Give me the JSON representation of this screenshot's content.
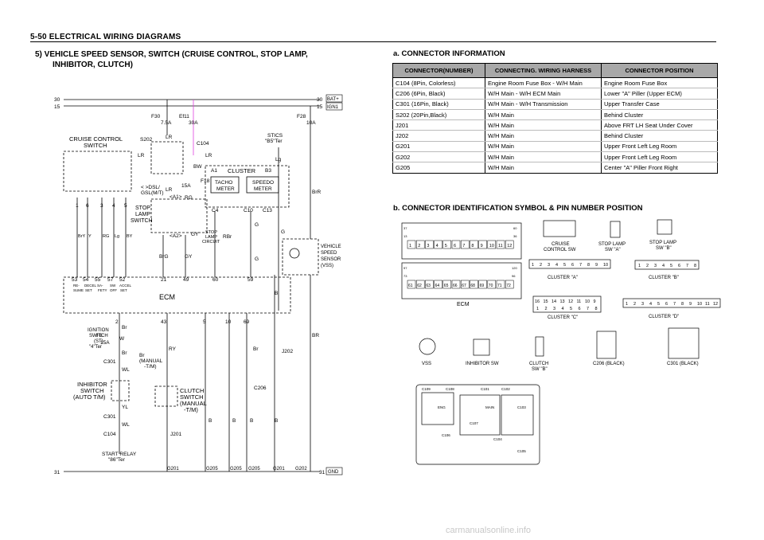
{
  "page": {
    "header": "5-50  ELECTRICAL WIRING DIAGRAMS",
    "section_title_line1": "5)  VEHICLE  SPEED  SENSOR,  SWITCH  (CRUISE  CONTROL,  STOP  LAMP,",
    "section_title_line2": "INHIBITOR,  CLUTCH)",
    "watermark": "carmanualsonline.info"
  },
  "schematic": {
    "rails": {
      "r30": "30",
      "r15": "15",
      "r31": "31",
      "bat": "BAT+",
      "ign": "IGN1",
      "gnd": "GND"
    },
    "fuses": {
      "f30": "F30",
      "f30_rating": "7.5A",
      "ef11": "Ef11",
      "ef11_rating": "30A",
      "f28": "F28",
      "f28_rating": "10A",
      "f18": "F18",
      "f18_rating": "15A",
      "f8": "F8",
      "f8_rating": "15A"
    },
    "labels": {
      "cruise_control_switch_1": "CRUISE CONTROL",
      "cruise_control_switch_2": "SWITCH",
      "s202": "S202",
      "c104": "C104",
      "lr": "LR",
      "bw": "BW",
      "cluster": "CLUSTER",
      "a1": "A1",
      "b3": "B3",
      "tacho_1": "TACHO",
      "tacho_2": "METER",
      "speedo_1": "SPEEDO",
      "speedo_2": "METER",
      "stics_1": "STICS",
      "stics_2": "\"B5\"Ter",
      "lg": "Lg",
      "brr": "BrR",
      "dsl_1": "< >DSL/",
      "dsl_2": "GSL(M/T)",
      "a1_bracket": "<A1>",
      "a2_bracket": "<A2>",
      "rg": "RG",
      "stop_lamp_sw_1": "STOP",
      "stop_lamp_sw_2": "LAMP",
      "stop_lamp_sw_3": "SWITCH",
      "stop_lamp_circuit_1": "STOP",
      "stop_lamp_circuit_2": "LAMP",
      "stop_lamp_circuit_3": "CIRCUIT",
      "gy": "GY",
      "rbr": "RBr",
      "brg": "BrG",
      "c4": "C4",
      "c10": "C10",
      "c13": "C13",
      "g": "G",
      "vss_1": "VEHICLE",
      "vss_2": "SPEED",
      "vss_3": "SENSOR",
      "vss_4": "(VSS)",
      "ecm": "ECM",
      "ecm_pin_labels": [
        "RE-",
        "SUME",
        "DECEL",
        "SET",
        "SA-",
        "FETY",
        "SW",
        "OFF",
        "ACCEL",
        "SET"
      ],
      "wire_colors": [
        "BrY",
        "Y",
        "RG",
        "Lg",
        "BY"
      ],
      "cruise_pins": [
        "1",
        "6",
        "3",
        "4",
        "5"
      ],
      "ecm_top_pins": [
        "53",
        "54",
        "55",
        "57",
        "52",
        "21",
        "49",
        "60",
        "59"
      ],
      "ecm_bottom_pins": [
        "2",
        "43",
        "5",
        "10",
        "69"
      ],
      "ignition_1": "IGNITION",
      "ignition_2": "SWITCH",
      "ignition_3": "(ST)",
      "ignition_4": "\"4\"Ter",
      "w": "W",
      "br": "Br",
      "c301": "C301",
      "wl": "WL",
      "inhibitor_1": "INHIBITOR",
      "inhibitor_2": "SWITCH",
      "inhibitor_3": "(AUTO T/M)",
      "yl": "YL",
      "start_relay_1": "START RELAY",
      "start_relay_2": "\"86\"Ter",
      "br_manual_1": "Br",
      "br_manual_2": "(MANUAL",
      "br_manual_3": "-T/M)",
      "ry": "RY",
      "clutch_1": "CLUTCH",
      "clutch_2": "SWITCH",
      "clutch_3": "(MANUAL",
      "clutch_4": "-T/M)",
      "j201": "J201",
      "j202": "J202",
      "c206": "C206",
      "b": "B",
      "br2": "BR",
      "grounds": [
        "G201",
        "G205",
        "G205",
        "G205",
        "G201",
        "G202"
      ]
    }
  },
  "connector_info": {
    "title": "a.  CONNECTOR  INFORMATION",
    "headers": [
      "CONNECTOR(NUMBER)",
      "CONNECTING. WIRING HARNESS",
      "CONNECTOR POSITION"
    ],
    "rows": [
      [
        "C104 (8Pin, Colorless)",
        "Engine Room Fuse Box - W/H Main",
        "Engine Room Fuse Box"
      ],
      [
        "C206 (6Pin, Black)",
        "W/H Main - W/H ECM Main",
        "Lower \"A\" Piller (Upper ECM)"
      ],
      [
        "C301 (16Pin, Black)",
        "W/H Main - W/H Transmission",
        "Upper Transfer Case"
      ],
      [
        "S202 (20Pin,Black)",
        "W/H Main",
        "Behind Cluster"
      ],
      [
        "J201",
        "W/H Main",
        "Above FRT LH Seat Under Cover"
      ],
      [
        "J202",
        "W/H Main",
        "Behind Cluster"
      ],
      [
        "G201",
        "W/H Main",
        "Upper Front Left Leg Room"
      ],
      [
        "G202",
        "W/H Main",
        "Upper Front Left Leg Room"
      ],
      [
        "G205",
        "W/H Main",
        "Center \"A\" Piller Front Right"
      ]
    ]
  },
  "connector_symbols": {
    "title": "b.  CONNECTOR  IDENTIFICATION  SYMBOL  &  PIN  NUMBER  POSITION",
    "ecm": "ECM",
    "ecm_row1": [
      "1",
      "2",
      "3",
      "4",
      "5",
      "6",
      "7",
      "8",
      "9",
      "10",
      "11",
      "12"
    ],
    "ecm_row2": [
      "61",
      "62",
      "63",
      "64",
      "65",
      "66",
      "67",
      "68",
      "69",
      "70",
      "71",
      "72"
    ],
    "ecm_side": [
      "37",
      "13",
      "60",
      "36",
      "97",
      "73",
      "120",
      "96"
    ],
    "cruise_1": "CRUISE",
    "cruise_2": "CONTROL  SW",
    "stop_a_1": "STOP LAMP",
    "stop_a_2": "SW \"A\"",
    "stop_b_1": "STOP LAMP",
    "stop_b_2": "SW \"B\"",
    "cluster_a": "CLUSTER  \"A\"",
    "cluster_b": "CLUSTER  \"B\"",
    "cluster_c": "CLUSTER  \"C\"",
    "cluster_d": "CLUSTER  \"D\"",
    "cluster_a_pins": [
      "1",
      "2",
      "3",
      "4",
      "5",
      "6",
      "7",
      "8",
      "9",
      "10"
    ],
    "cluster_b_pins": [
      "1",
      "2",
      "3",
      "4",
      "5",
      "6",
      "7",
      "8"
    ],
    "cluster_c_top": [
      "16",
      "15",
      "14",
      "13",
      "12",
      "11",
      "10",
      "9"
    ],
    "cluster_c_bottom": [
      "1",
      "2",
      "3",
      "4",
      "5",
      "6",
      "7",
      "8"
    ],
    "cluster_d_pins": [
      "1",
      "2",
      "3",
      "4",
      "5",
      "6",
      "7",
      "8",
      "9",
      "10",
      "11",
      "12"
    ],
    "vss": "VSS",
    "inhibitor": "INHIBITOR SW",
    "clutch_1": "CLUTCH",
    "clutch_2": "SW \"B\"",
    "c206": "C206  (BLACK)",
    "c301": "C301  (BLACK)",
    "fusebox_labels": [
      "C109",
      "C108",
      "C101",
      "C102",
      "ENG",
      "MAIN",
      "C103",
      "C107",
      "C106",
      "C104",
      "C105"
    ]
  }
}
